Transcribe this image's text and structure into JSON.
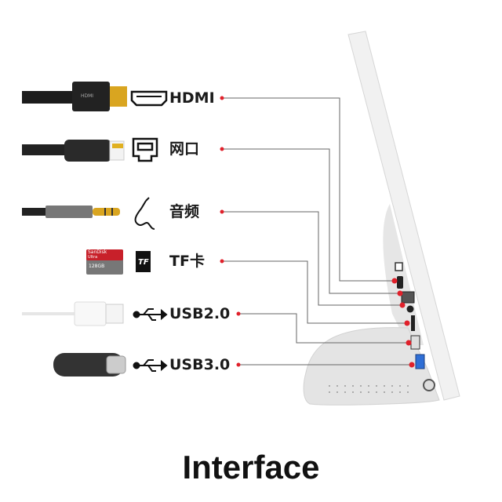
{
  "title": "Interface",
  "ports": [
    {
      "label": "HDMI",
      "icon": "hdmi-icon"
    },
    {
      "label": "网口",
      "icon": "ethernet-icon"
    },
    {
      "label": "音频",
      "icon": "audio-jack-icon"
    },
    {
      "label": "TF卡",
      "icon": "tf-card-icon"
    },
    {
      "label": "USB2.0",
      "icon": "usb-icon"
    },
    {
      "label": "USB3.0",
      "icon": "usb-icon"
    }
  ],
  "products": {
    "hdmi_cable": "HDMI",
    "sd_brand": "SanDisk",
    "sd_line": "Ultra",
    "sd_capacity": "128GB",
    "tf_icon_text": "TF"
  },
  "colors": {
    "dot": "#e0202a",
    "line": "#666666",
    "device": "#ececec"
  }
}
